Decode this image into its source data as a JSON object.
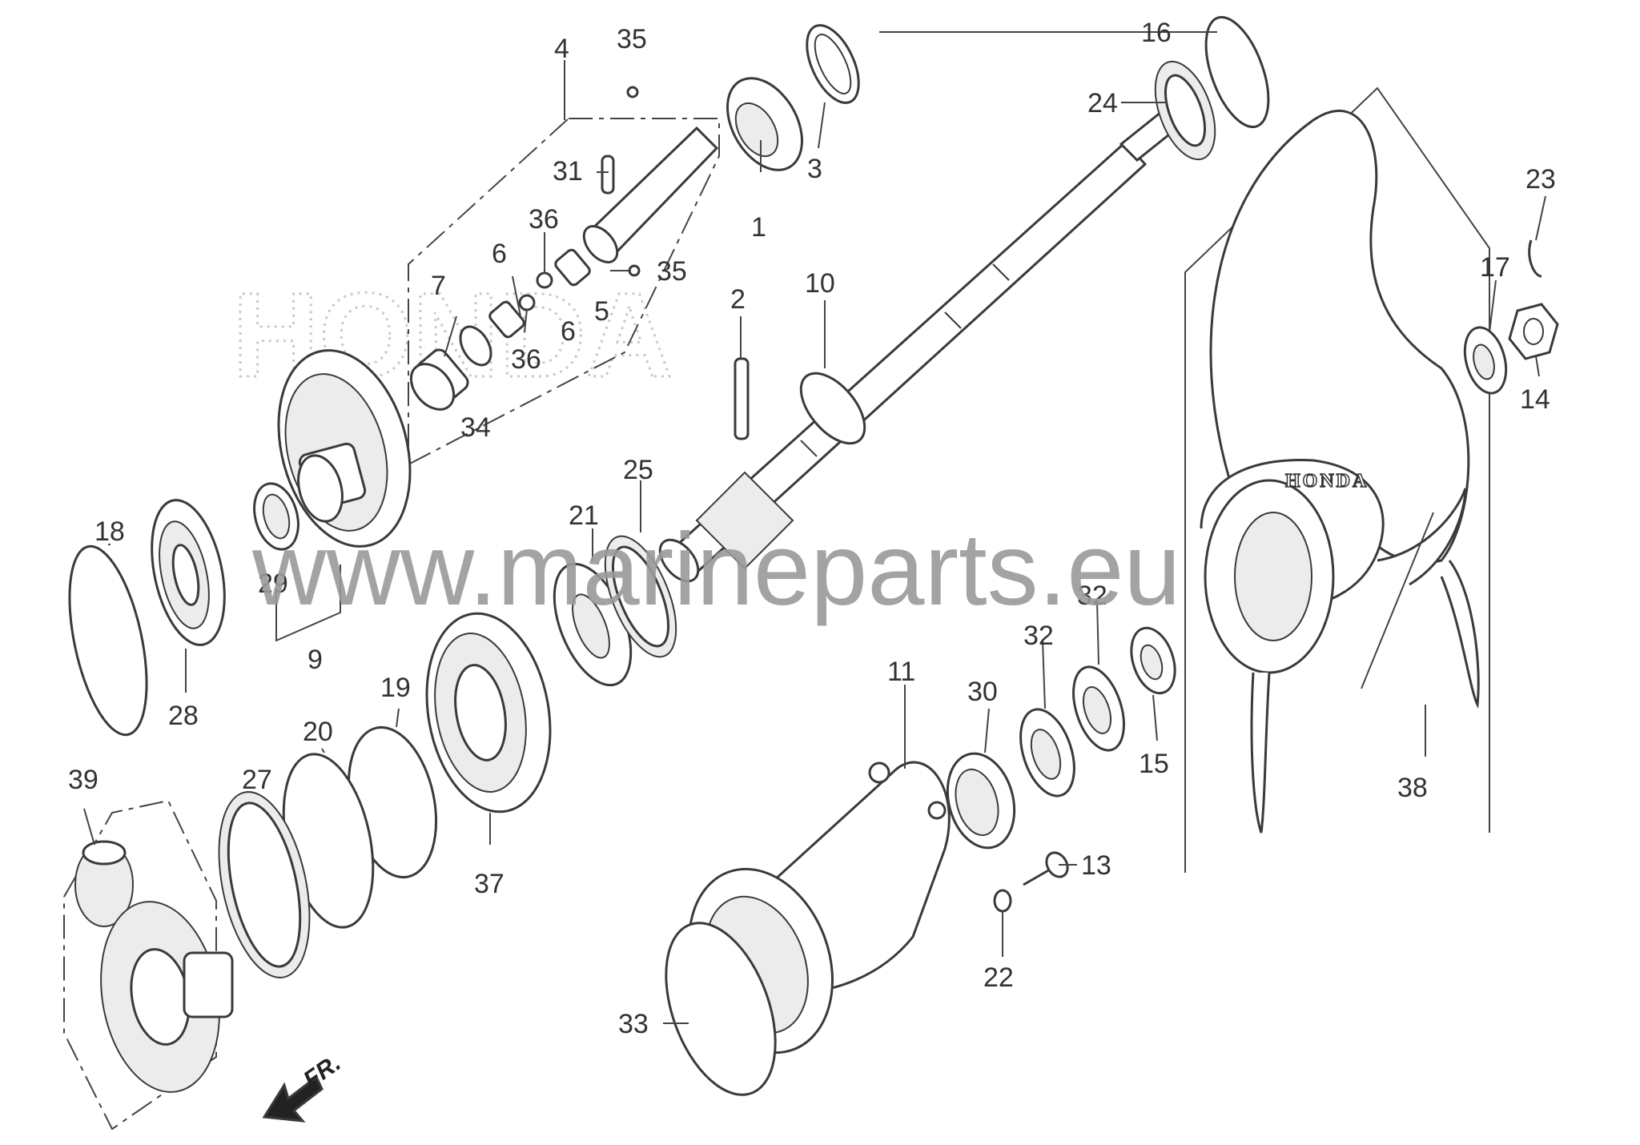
{
  "diagram": {
    "watermark_text": "www.marineparts.eu",
    "faint_watermark": "HONDA",
    "propeller_brand": "HONDA",
    "direction_label": "FR.",
    "callouts": [
      {
        "id": "c1",
        "label": "1"
      },
      {
        "id": "c2",
        "label": "2"
      },
      {
        "id": "c3",
        "label": "3"
      },
      {
        "id": "c4",
        "label": "4"
      },
      {
        "id": "c5",
        "label": "5"
      },
      {
        "id": "c6a",
        "label": "6"
      },
      {
        "id": "c6b",
        "label": "6"
      },
      {
        "id": "c7",
        "label": "7"
      },
      {
        "id": "c9",
        "label": "9"
      },
      {
        "id": "c10",
        "label": "10"
      },
      {
        "id": "c11",
        "label": "11"
      },
      {
        "id": "c13",
        "label": "13"
      },
      {
        "id": "c14",
        "label": "14"
      },
      {
        "id": "c15",
        "label": "15"
      },
      {
        "id": "c16",
        "label": "16"
      },
      {
        "id": "c17",
        "label": "17"
      },
      {
        "id": "c18",
        "label": "18"
      },
      {
        "id": "c19",
        "label": "19"
      },
      {
        "id": "c20",
        "label": "20"
      },
      {
        "id": "c21",
        "label": "21"
      },
      {
        "id": "c22",
        "label": "22"
      },
      {
        "id": "c23",
        "label": "23"
      },
      {
        "id": "c24",
        "label": "24"
      },
      {
        "id": "c25",
        "label": "25"
      },
      {
        "id": "c27",
        "label": "27"
      },
      {
        "id": "c28",
        "label": "28"
      },
      {
        "id": "c29",
        "label": "29"
      },
      {
        "id": "c30",
        "label": "30"
      },
      {
        "id": "c31",
        "label": "31"
      },
      {
        "id": "c32a",
        "label": "32"
      },
      {
        "id": "c32b",
        "label": "32"
      },
      {
        "id": "c33",
        "label": "33"
      },
      {
        "id": "c34",
        "label": "34"
      },
      {
        "id": "c35a",
        "label": "35"
      },
      {
        "id": "c35b",
        "label": "35"
      },
      {
        "id": "c36a",
        "label": "36"
      },
      {
        "id": "c36b",
        "label": "36"
      },
      {
        "id": "c37",
        "label": "37"
      },
      {
        "id": "c38",
        "label": "38"
      },
      {
        "id": "c39",
        "label": "39"
      }
    ]
  }
}
